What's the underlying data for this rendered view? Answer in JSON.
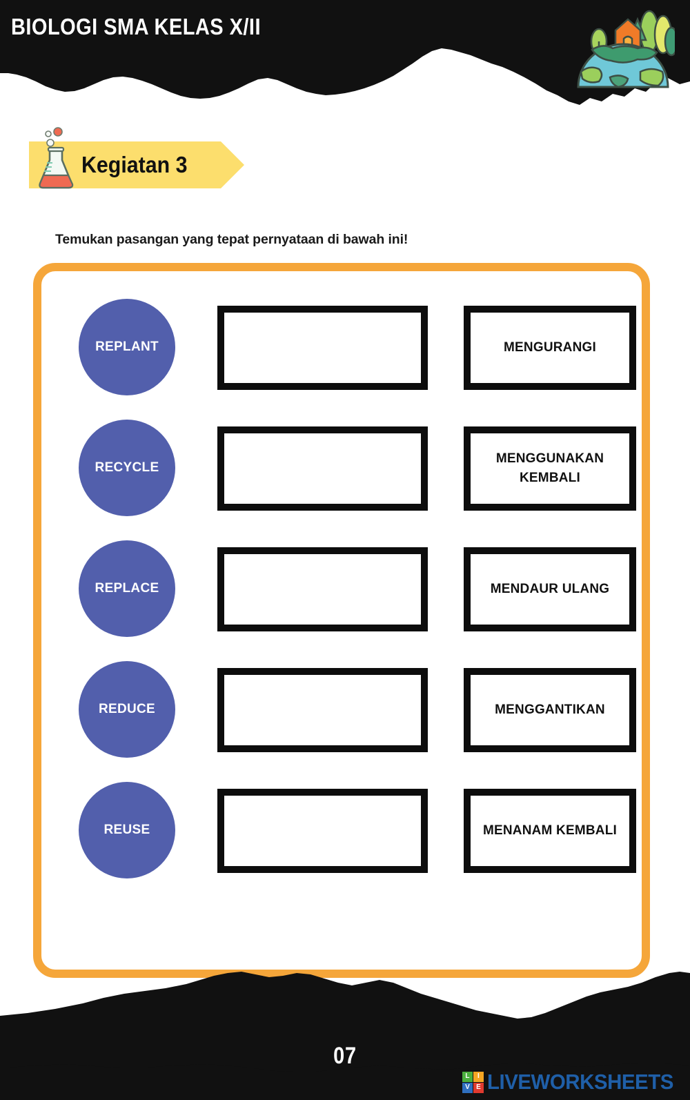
{
  "header": {
    "title": "BIOLOGI SMA KELAS X/II",
    "logo_icon": "earth-with-house-and-trees-icon"
  },
  "activity_tag": {
    "label": "Kegiatan 3",
    "icon": "erlenmeyer-flask-icon",
    "background_color": "#FCDE6D"
  },
  "instruction": {
    "text": "Temukan pasangan yang tepat pernyataan di bawah ini!"
  },
  "frame": {
    "border_color": "#F5A63A"
  },
  "matching": {
    "circle_color": "#525FAC",
    "box_border_color": "#0d0d0d",
    "rows": [
      {
        "term": "REPLANT",
        "drop_value": "",
        "answer": "MENGURANGI"
      },
      {
        "term": "RECYCLE",
        "drop_value": "",
        "answer": "MENGGUNAKAN KEMBALI"
      },
      {
        "term": "REPLACE",
        "drop_value": "",
        "answer": "MENDAUR ULANG"
      },
      {
        "term": "REDUCE",
        "drop_value": "",
        "answer": "MENGGANTIKAN"
      },
      {
        "term": "REUSE",
        "drop_value": "",
        "answer": "MENANAM KEMBALI"
      }
    ]
  },
  "footer": {
    "page_number": "07",
    "brand": {
      "tiles": [
        "L",
        "I",
        "V",
        "E"
      ],
      "wordmark": "LIVEWORKSHEETS",
      "color": "#1F5FA8"
    }
  }
}
